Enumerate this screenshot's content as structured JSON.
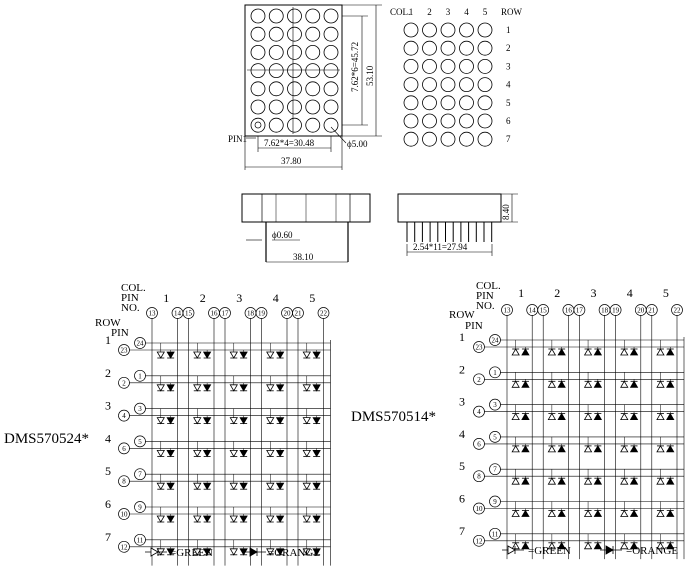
{
  "dimensions": {
    "col_pitch": "7.62*4=30.48",
    "width": "37.80",
    "row_pitch": "7.62*6=45.72",
    "height": "53.10",
    "dot_diameter": "ϕ5.00",
    "pin1_label": "PIN1",
    "pin_diameter": "ϕ0.60",
    "pin_span": "38.10",
    "side_pitch": "2.54*11=27.94",
    "depth": "8.40"
  },
  "dot_map": {
    "col_header": "COL.",
    "row_header": "ROW",
    "cols": [
      "1",
      "2",
      "3",
      "4",
      "5"
    ],
    "rows": [
      "1",
      "2",
      "3",
      "4",
      "5",
      "6",
      "7"
    ]
  },
  "schematics": [
    {
      "model": "DMS570524*",
      "col_label": [
        "COL.",
        "PIN",
        "NO."
      ],
      "row_label": [
        "ROW",
        "PIN"
      ],
      "col_numbers": [
        "1",
        "2",
        "3",
        "4",
        "5"
      ],
      "col_pins": [
        [
          "13",
          "14"
        ],
        [
          "15",
          "16"
        ],
        [
          "17",
          "18"
        ],
        [
          "19",
          "20"
        ],
        [
          "21",
          "22"
        ]
      ],
      "row_numbers": [
        "1",
        "2",
        "3",
        "4",
        "5",
        "6",
        "7"
      ],
      "row_pins": [
        [
          "23",
          "24"
        ],
        [
          "2",
          "1"
        ],
        [
          "4",
          "3"
        ],
        [
          "6",
          "5"
        ],
        [
          "8",
          "7"
        ],
        [
          "10",
          "9"
        ],
        [
          "12",
          "11"
        ]
      ],
      "legend_green": "=GREEN",
      "legend_orange": "=ORANGE"
    },
    {
      "model": "DMS570514*",
      "col_label": [
        "COL.",
        "PIN",
        "NO."
      ],
      "row_label": [
        "ROW",
        "PIN"
      ],
      "col_numbers": [
        "1",
        "2",
        "3",
        "4",
        "5"
      ],
      "col_pins": [
        [
          "13",
          "14"
        ],
        [
          "15",
          "16"
        ],
        [
          "17",
          "18"
        ],
        [
          "19",
          "20"
        ],
        [
          "21",
          "22"
        ]
      ],
      "row_numbers": [
        "1",
        "2",
        "3",
        "4",
        "5",
        "6",
        "7"
      ],
      "row_pins": [
        [
          "23",
          "24"
        ],
        [
          "2",
          "1"
        ],
        [
          "4",
          "3"
        ],
        [
          "6",
          "5"
        ],
        [
          "8",
          "7"
        ],
        [
          "10",
          "9"
        ],
        [
          "12",
          "11"
        ]
      ],
      "legend_green": "=GREEN",
      "legend_orange": "=ORANGE"
    }
  ]
}
